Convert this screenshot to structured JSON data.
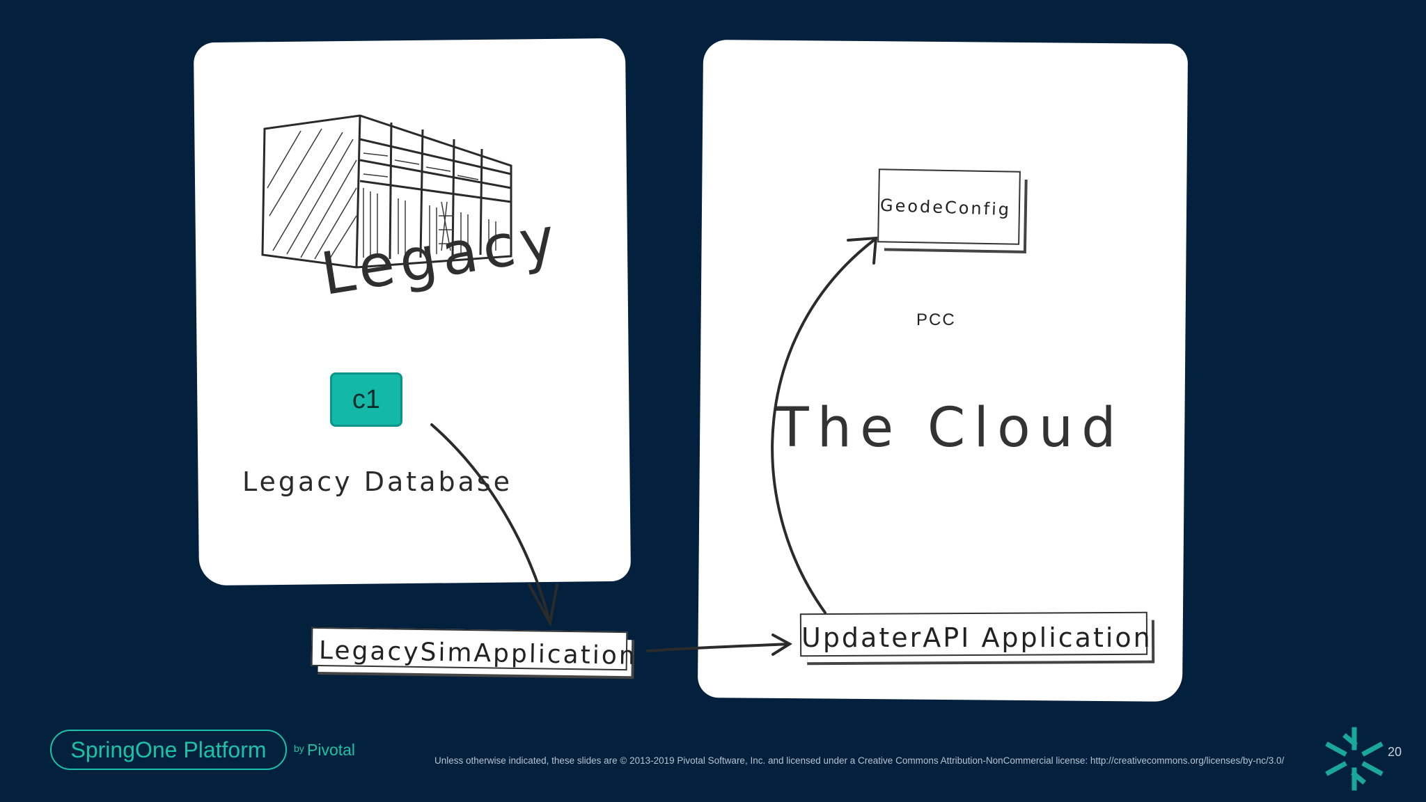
{
  "diagram": {
    "legacy_title": "Legacy",
    "legacy_db_label": "Legacy Database",
    "c1_label": "c1",
    "pcc_label": "PCC",
    "cloud_title": "The Cloud",
    "geode_config_label": "GeodeConfig",
    "legacy_sim_label": "LegacySimApplication",
    "updater_label": "UpdaterAPI Application"
  },
  "footer": {
    "brand": "SpringOne Platform",
    "by": "by",
    "company": "Pivotal",
    "license": "Unless otherwise indicated, these slides are © 2013-2019 Pivotal Software, Inc. and licensed under a Creative Commons Attribution-NonCommercial license: http://creativecommons.org/licenses/by-nc/3.0/",
    "page_number": "20"
  },
  "colors": {
    "background": "#03203d",
    "accent": "#19c2a8",
    "c1_fill": "#14b8a6"
  }
}
